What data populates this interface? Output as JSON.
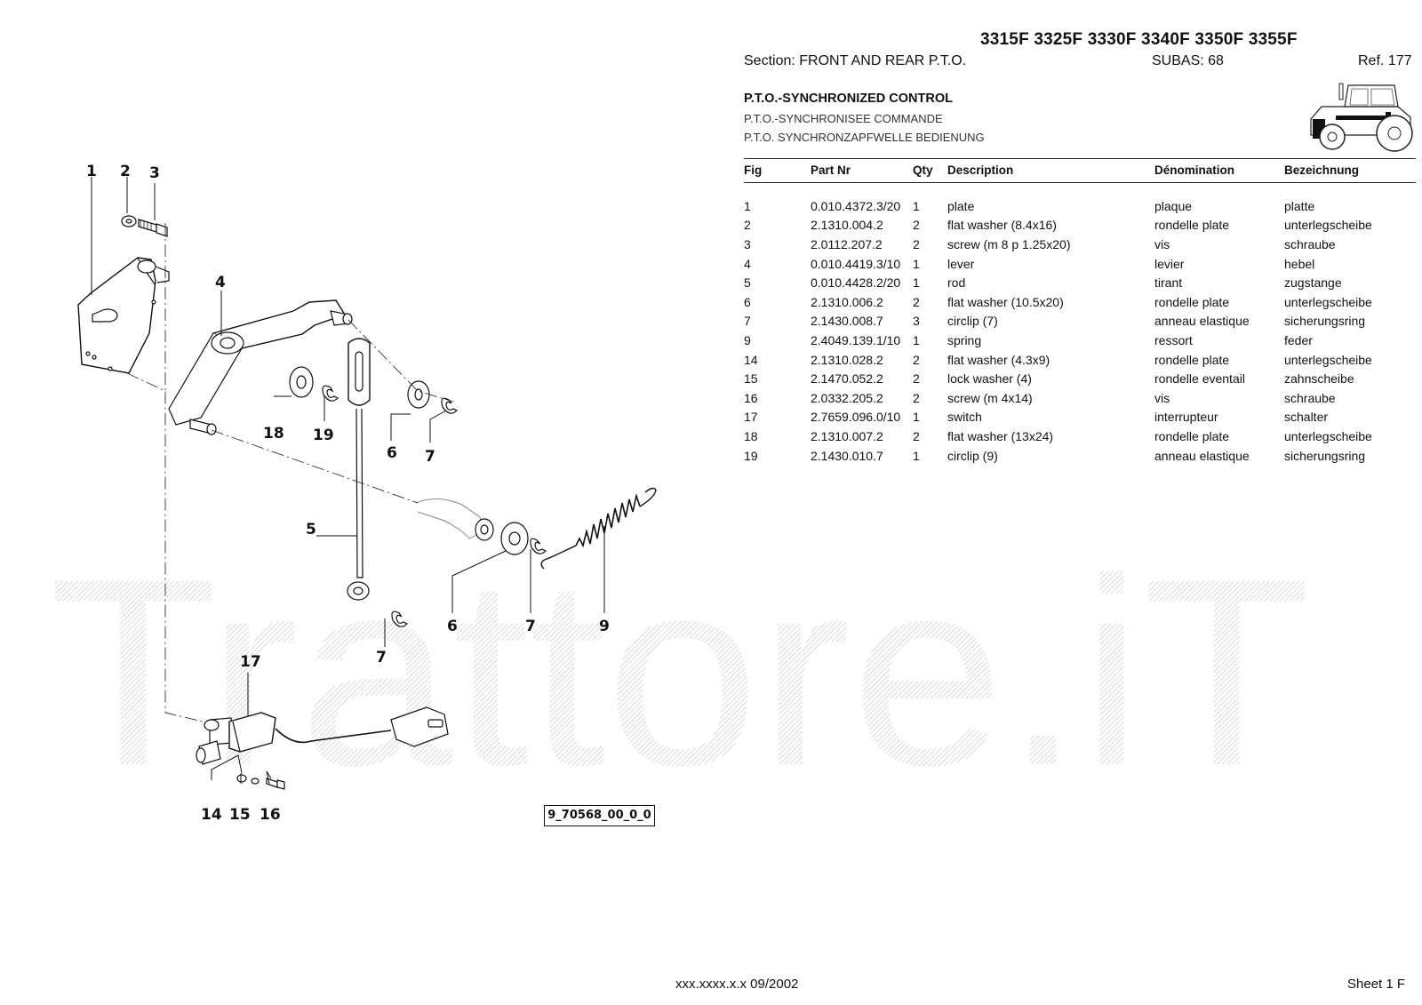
{
  "header": {
    "models": "3315F 3325F 3330F 3340F 3350F 3355F",
    "section": "Section: FRONT  AND  REAR  P.T.O.",
    "subas": "SUBAS: 68",
    "ref": "Ref. 177"
  },
  "titles": {
    "en": "P.T.O.-SYNCHRONIZED CONTROL",
    "fr": "P.T.O.-SYNCHRONISEE COMMANDE",
    "de": "P.T.O. SYNCHRONZAPFWELLE BEDIENUNG"
  },
  "table": {
    "headers": {
      "fig": "Fig",
      "part": "Part Nr",
      "qty": "Qty",
      "desc": "Description",
      "den": "Dénomination",
      "bez": "Bezeichnung"
    },
    "rows": [
      {
        "fig": "1",
        "part": "0.010.4372.3/20",
        "qty": "1",
        "desc": "plate",
        "den": "plaque",
        "bez": "platte"
      },
      {
        "fig": "2",
        "part": "2.1310.004.2",
        "qty": "2",
        "desc": "flat washer (8.4x16)",
        "den": "rondelle plate",
        "bez": "unterlegscheibe"
      },
      {
        "fig": "3",
        "part": "2.0112.207.2",
        "qty": "2",
        "desc": "screw (m 8 p 1.25x20)",
        "den": "vis",
        "bez": "schraube"
      },
      {
        "fig": "4",
        "part": "0.010.4419.3/10",
        "qty": "1",
        "desc": "lever",
        "den": "levier",
        "bez": "hebel"
      },
      {
        "fig": "5",
        "part": "0.010.4428.2/20",
        "qty": "1",
        "desc": "rod",
        "den": "tirant",
        "bez": "zugstange"
      },
      {
        "fig": "6",
        "part": "2.1310.006.2",
        "qty": "2",
        "desc": "flat washer (10.5x20)",
        "den": "rondelle plate",
        "bez": "unterlegscheibe"
      },
      {
        "fig": "7",
        "part": "2.1430.008.7",
        "qty": "3",
        "desc": "circlip (7)",
        "den": "anneau elastique",
        "bez": "sicherungsring"
      },
      {
        "fig": "9",
        "part": "2.4049.139.1/10",
        "qty": "1",
        "desc": "spring",
        "den": "ressort",
        "bez": "feder"
      },
      {
        "fig": "14",
        "part": "2.1310.028.2",
        "qty": "2",
        "desc": "flat washer (4.3x9)",
        "den": "rondelle plate",
        "bez": "unterlegscheibe"
      },
      {
        "fig": "15",
        "part": "2.1470.052.2",
        "qty": "2",
        "desc": "lock washer (4)",
        "den": "rondelle eventail",
        "bez": "zahnscheibe"
      },
      {
        "fig": "16",
        "part": "2.0332.205.2",
        "qty": "2",
        "desc": "screw (m 4x14)",
        "den": "vis",
        "bez": "schraube"
      },
      {
        "fig": "17",
        "part": "2.7659.096.0/10",
        "qty": "1",
        "desc": "switch",
        "den": "interrupteur",
        "bez": "schalter"
      },
      {
        "fig": "18",
        "part": "2.1310.007.2",
        "qty": "2",
        "desc": "flat washer (13x24)",
        "den": "rondelle plate",
        "bez": "unterlegscheibe"
      },
      {
        "fig": "19",
        "part": "2.1430.010.7",
        "qty": "1",
        "desc": "circlip (9)",
        "den": "anneau elastique",
        "bez": "sicherungsring"
      }
    ]
  },
  "diagram": {
    "callouts": {
      "c1": "1",
      "c2": "2",
      "c3": "3",
      "c4": "4",
      "c5": "5",
      "c6a": "6",
      "c7a": "7",
      "c18": "18",
      "c19": "19",
      "c6b": "6",
      "c7b": "7",
      "c9": "9",
      "c7c": "7",
      "c17": "17",
      "c14": "14",
      "c15": "15",
      "c16": "16"
    },
    "figure_id": "9_70568_00_0_0",
    "watermark": "Trattore.iT"
  },
  "footer": {
    "code": "xxx.xxxx.x.x  09/2002",
    "sheet": "Sheet 1 F"
  }
}
